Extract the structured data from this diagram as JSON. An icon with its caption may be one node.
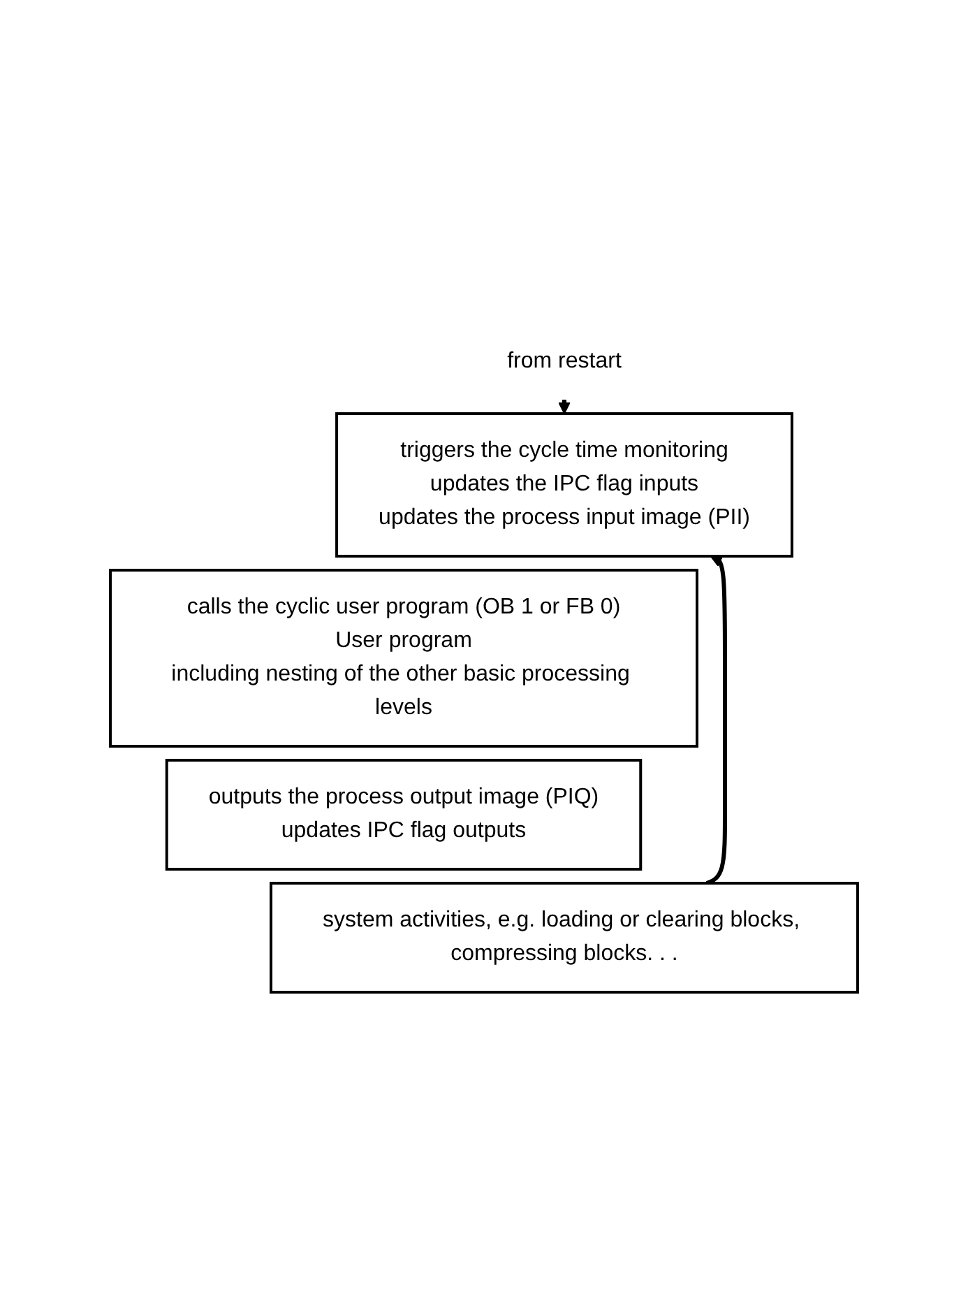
{
  "diagram": {
    "nodes": [
      {
        "text": [
          "from restart"
        ]
      },
      {
        "text": [
          "triggers the cycle time monitoring",
          "updates the IPC flag inputs",
          "updates the process input image (PII)"
        ]
      },
      {
        "text": [
          "calls the cyclic user program (OB 1 or FB 0)",
          "User program",
          "including nesting of the other basic processing levels"
        ]
      },
      {
        "text": [
          "outputs the process output image (PIQ)",
          "updates IPC flag outputs"
        ]
      },
      {
        "text": [
          "system activities, e.g. loading or clearing blocks, compressing blocks. . ."
        ]
      }
    ],
    "edges": [
      {
        "from": 0,
        "to": 1,
        "arrow": "to"
      },
      {
        "from": 4,
        "to": 1,
        "arrow": "to"
      }
    ]
  }
}
